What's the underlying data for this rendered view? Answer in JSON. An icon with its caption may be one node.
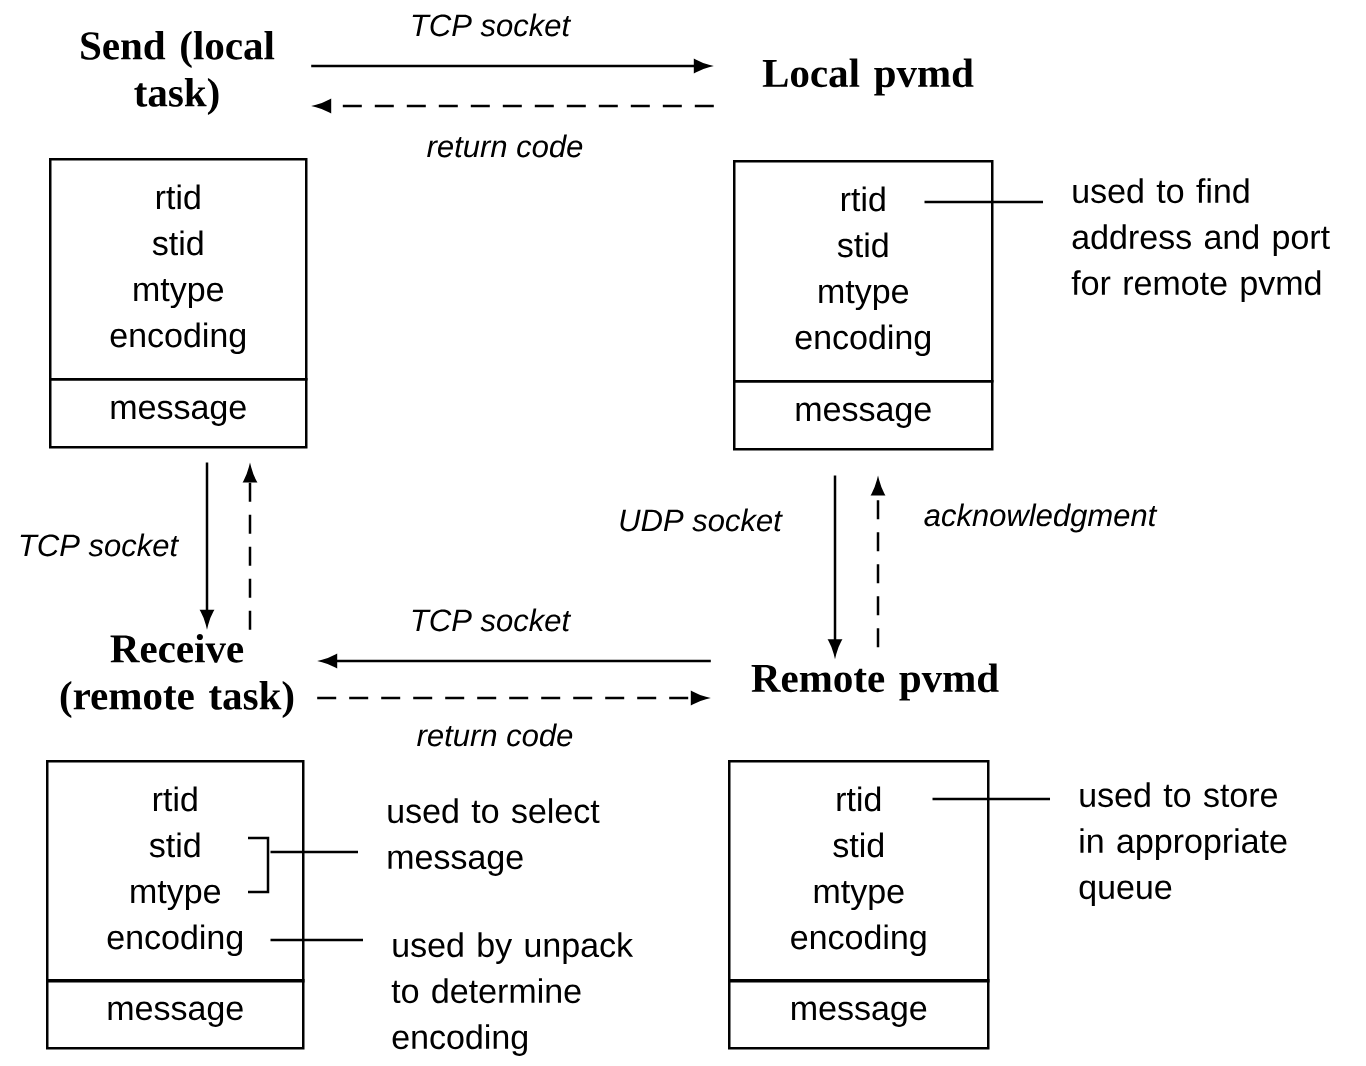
{
  "diagram": {
    "nodes": [
      {
        "text": [
          "Send (local task)"
        ]
      },
      {
        "text": [
          "Local pvmd"
        ]
      },
      {
        "text": [
          "rtid",
          "stid",
          "mtype",
          "encoding"
        ]
      },
      {
        "text": [
          "message"
        ]
      },
      {
        "text": [
          "rtid",
          "stid",
          "mtype",
          "encoding"
        ]
      },
      {
        "text": [
          "message"
        ]
      },
      {
        "text": [
          "used to find address and port for remote pvmd"
        ]
      },
      {
        "text": [
          "Receive (remote task)"
        ]
      },
      {
        "text": [
          "Remote pvmd"
        ]
      },
      {
        "text": [
          "rtid",
          "stid",
          "mtype",
          "encoding"
        ]
      },
      {
        "text": [
          "message"
        ]
      },
      {
        "text": [
          "used to select message"
        ]
      },
      {
        "text": [
          "used by unpack to determine encoding"
        ]
      },
      {
        "text": [
          "rtid",
          "stid",
          "mtype",
          "encoding"
        ]
      },
      {
        "text": [
          "message"
        ]
      },
      {
        "text": [
          "used to store in appropriate queue"
        ]
      }
    ],
    "edges": [
      {
        "from": 0,
        "to": 1,
        "arrow": "to",
        "label": "TCP socket"
      },
      {
        "from": 1,
        "to": 0,
        "arrow": "to",
        "style": "dashed",
        "label": "return code"
      },
      {
        "from": 3,
        "to": 7,
        "arrow": "to",
        "label": "TCP socket"
      },
      {
        "from": 7,
        "to": 3,
        "arrow": "to",
        "style": "dashed"
      },
      {
        "from": 5,
        "to": 8,
        "arrow": "to",
        "label": "UDP socket"
      },
      {
        "from": 8,
        "to": 5,
        "arrow": "to",
        "style": "dashed",
        "label": "acknowledgment"
      },
      {
        "from": 8,
        "to": 7,
        "arrow": "to",
        "label": "TCP socket"
      },
      {
        "from": 7,
        "to": 8,
        "arrow": "to",
        "style": "dashed",
        "label": "return code"
      },
      {
        "from": 6,
        "to": 4,
        "arrow": "none"
      },
      {
        "from": 11,
        "to": 9,
        "arrow": "none"
      },
      {
        "from": 12,
        "to": 9,
        "arrow": "none"
      },
      {
        "from": 15,
        "to": 13,
        "arrow": "none"
      }
    ]
  }
}
